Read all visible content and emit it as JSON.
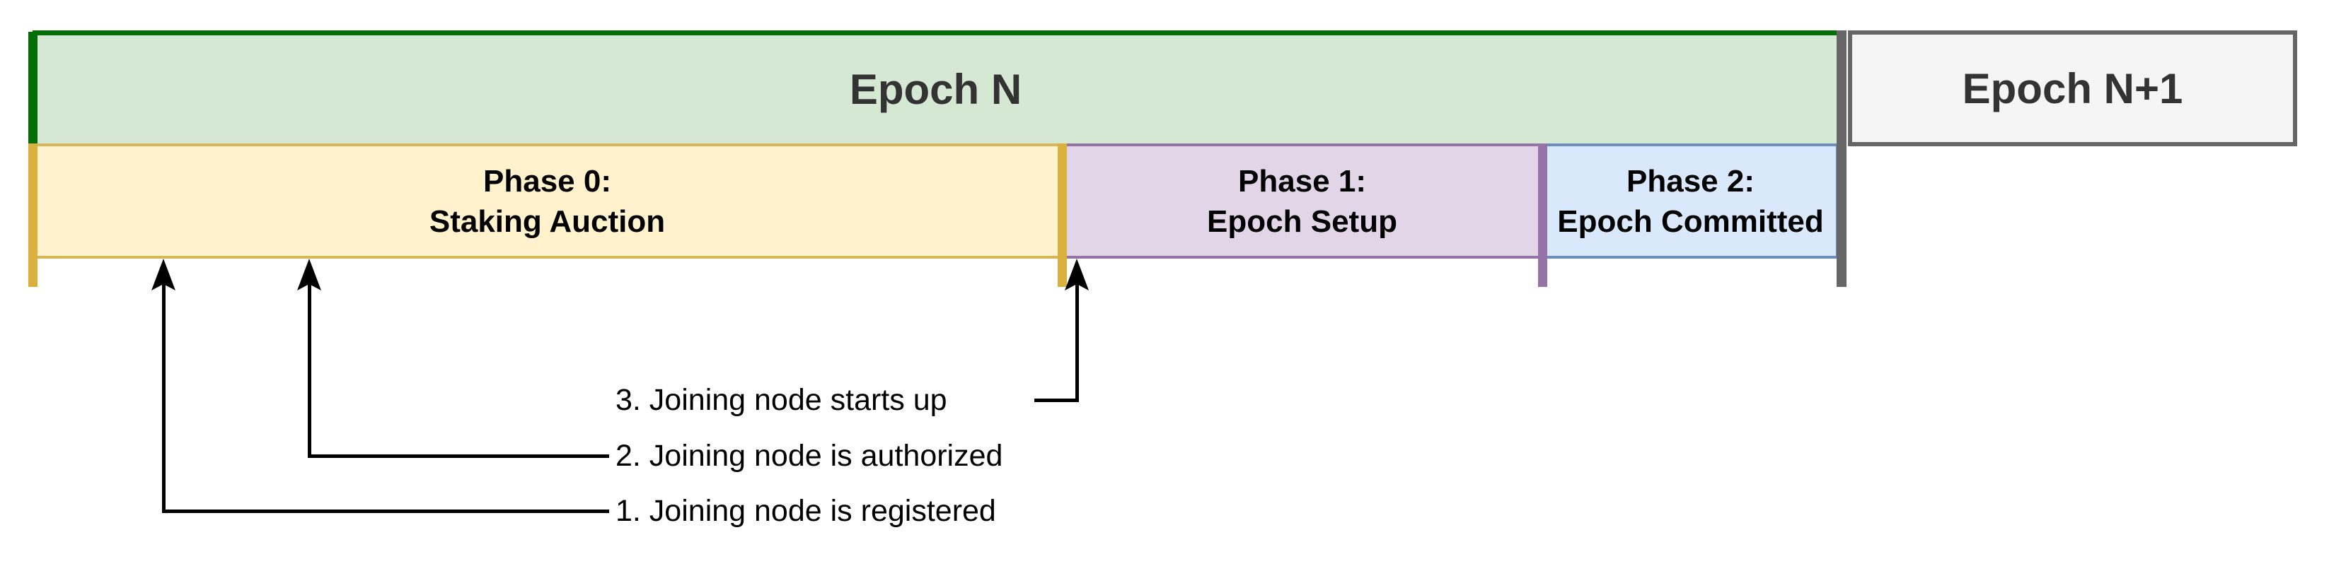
{
  "epochs": [
    {
      "label": "Epoch N"
    },
    {
      "label": "Epoch N+1"
    }
  ],
  "phases": [
    {
      "title": "Phase 0:",
      "subtitle": "Staking Auction"
    },
    {
      "title": "Phase 1:",
      "subtitle": "Epoch Setup"
    },
    {
      "title": "Phase 2:",
      "subtitle": "Epoch Committed"
    }
  ],
  "events": [
    {
      "label": "1. Joining node is registered"
    },
    {
      "label": "2. Joining node is authorized"
    },
    {
      "label": "3. Joining node starts up"
    }
  ],
  "colors": {
    "epoch_fill": "#d5e8d4",
    "epoch_marker": "#056d05",
    "epoch_text": "#333333",
    "epoch_next_fill": "#f5f5f5",
    "epoch_next_border": "#666666",
    "phase0_fill": "#fff2cc",
    "phase0_border": "#d6b656",
    "phase0_marker": "#dbb13e",
    "phase1_fill": "#e1d5e7",
    "phase1_border": "#9673a6",
    "phase2_fill": "#dae8fc",
    "phase2_border": "#6c8ebf",
    "divider": "#666666",
    "annotation": "#000000"
  }
}
